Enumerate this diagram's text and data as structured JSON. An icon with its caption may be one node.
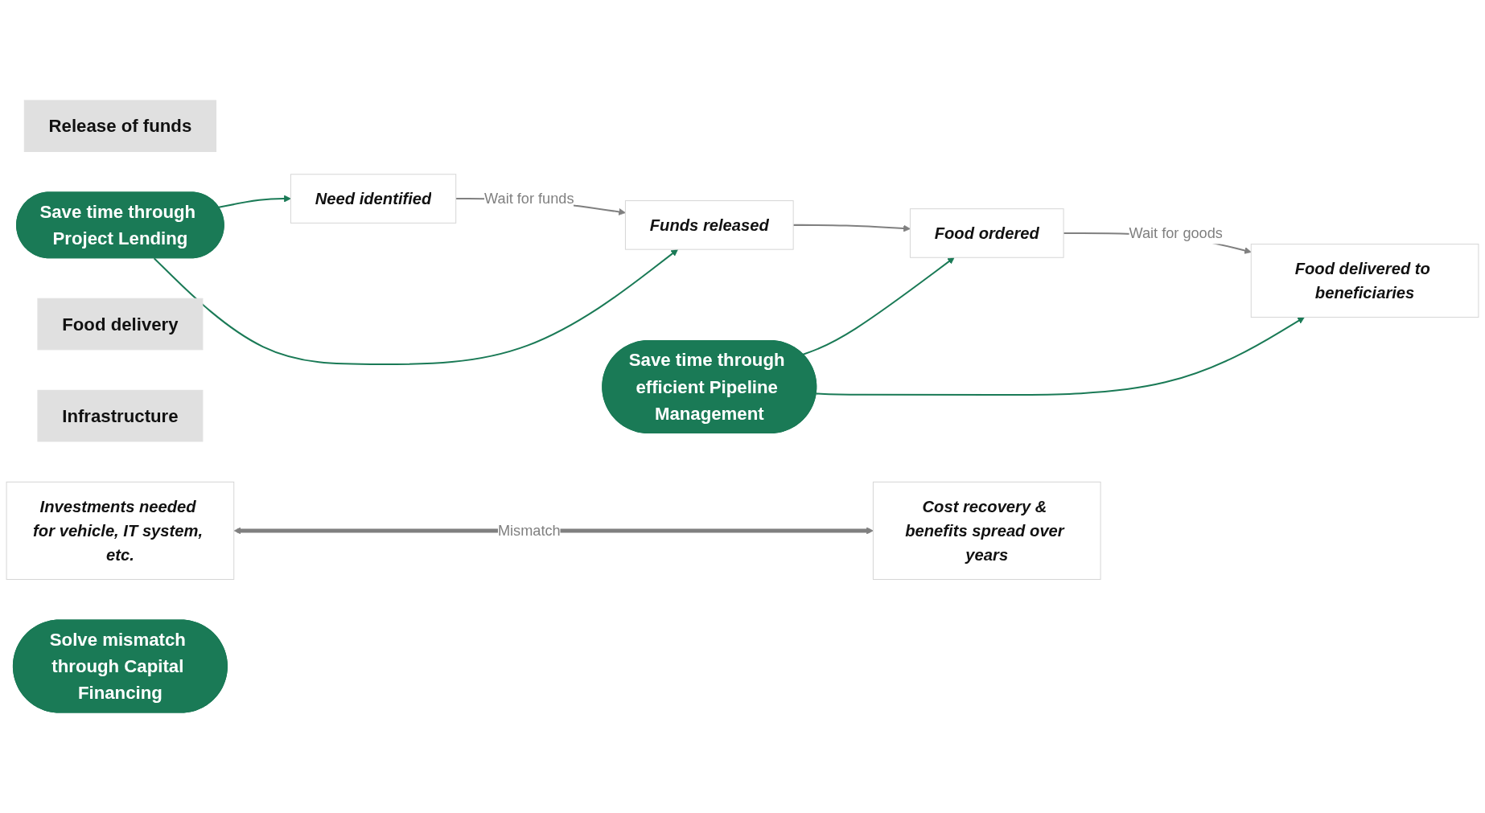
{
  "diagram": {
    "nodes": [
      {
        "text": [
          "Release of funds"
        ]
      },
      {
        "text": [
          "Need identified"
        ]
      },
      {
        "text": [
          "Funds released"
        ]
      },
      {
        "text": [
          "Save time through Project Lending"
        ]
      },
      {
        "text": [
          "Food delivery"
        ]
      },
      {
        "text": [
          "Food ordered"
        ]
      },
      {
        "text": [
          "Food delivered to beneficiaries"
        ]
      },
      {
        "text": [
          "Save time through efficient Pipeline Management"
        ]
      },
      {
        "text": [
          "Infrastructure"
        ]
      },
      {
        "text": [
          "Investments needed for vehicle, IT system, etc."
        ]
      },
      {
        "text": [
          "Cost recovery & benefits spread over years"
        ]
      },
      {
        "text": [
          "Solve mismatch through Capital Financing"
        ]
      }
    ],
    "edges": [
      {
        "from": 1,
        "to": 2,
        "arrow": "to",
        "label": "Wait for funds"
      },
      {
        "from": 2,
        "to": 5,
        "arrow": "to"
      },
      {
        "from": 3,
        "to": 1,
        "arrow": "to",
        "color": "#1a7a56"
      },
      {
        "from": 3,
        "to": 2,
        "arrow": "to",
        "color": "#1a7a56"
      },
      {
        "from": 5,
        "to": 6,
        "arrow": "to",
        "label": "Wait for goods"
      },
      {
        "from": 7,
        "to": 5,
        "arrow": "to",
        "color": "#1a7a56"
      },
      {
        "from": 7,
        "to": 6,
        "arrow": "to",
        "color": "#1a7a56"
      },
      {
        "from": 9,
        "to": 10,
        "arrow": "both",
        "label": "Mismatch",
        "style": "thick"
      }
    ]
  }
}
